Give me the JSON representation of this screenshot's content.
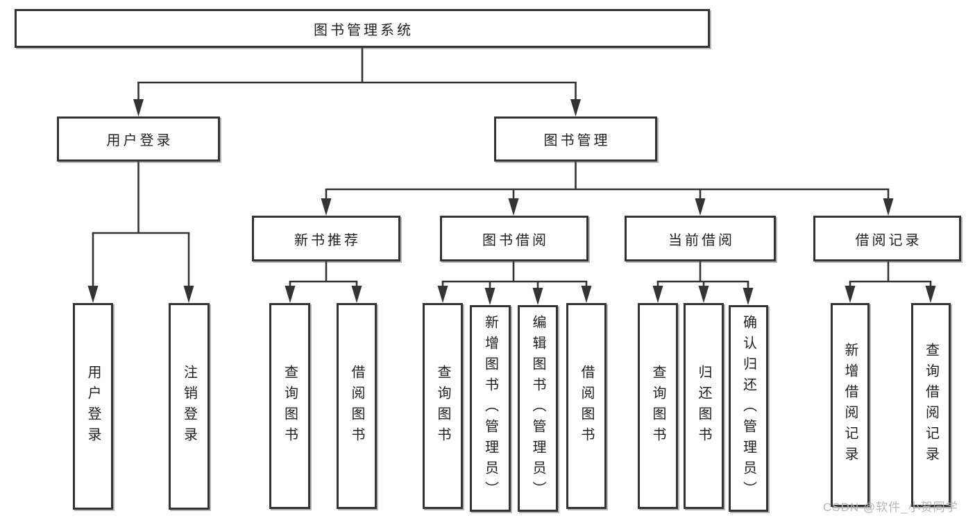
{
  "diagram_title": "图书管理系统",
  "tree": {
    "label": "图书管理系统",
    "children": [
      {
        "label": "用户登录",
        "children": [
          {
            "label": "用户登录"
          },
          {
            "label": "注销登录"
          }
        ]
      },
      {
        "label": "图书管理",
        "children": [
          {
            "label": "新书推荐",
            "children": [
              {
                "label": "查询图书"
              },
              {
                "label": "借阅图书"
              }
            ]
          },
          {
            "label": "图书借阅",
            "children": [
              {
                "label": "查询图书"
              },
              {
                "label": "新增图书（管理员）"
              },
              {
                "label": "编辑图书（管理员）"
              },
              {
                "label": "借阅图书"
              }
            ]
          },
          {
            "label": "当前借阅",
            "children": [
              {
                "label": "查询图书"
              },
              {
                "label": "归还图书"
              },
              {
                "label": "确认归还（管理员）"
              }
            ]
          },
          {
            "label": "借阅记录",
            "children": [
              {
                "label": "新增借阅记录"
              },
              {
                "label": "查询借阅记录"
              }
            ]
          }
        ]
      }
    ]
  },
  "watermark": {
    "text": "CSDN @软件_小贺同学"
  },
  "colors": {
    "line": "#333333",
    "box_border": "#333333",
    "box_background": "#ffffff",
    "text": "#1f1f1f",
    "watermark": "#b5b5b5"
  }
}
